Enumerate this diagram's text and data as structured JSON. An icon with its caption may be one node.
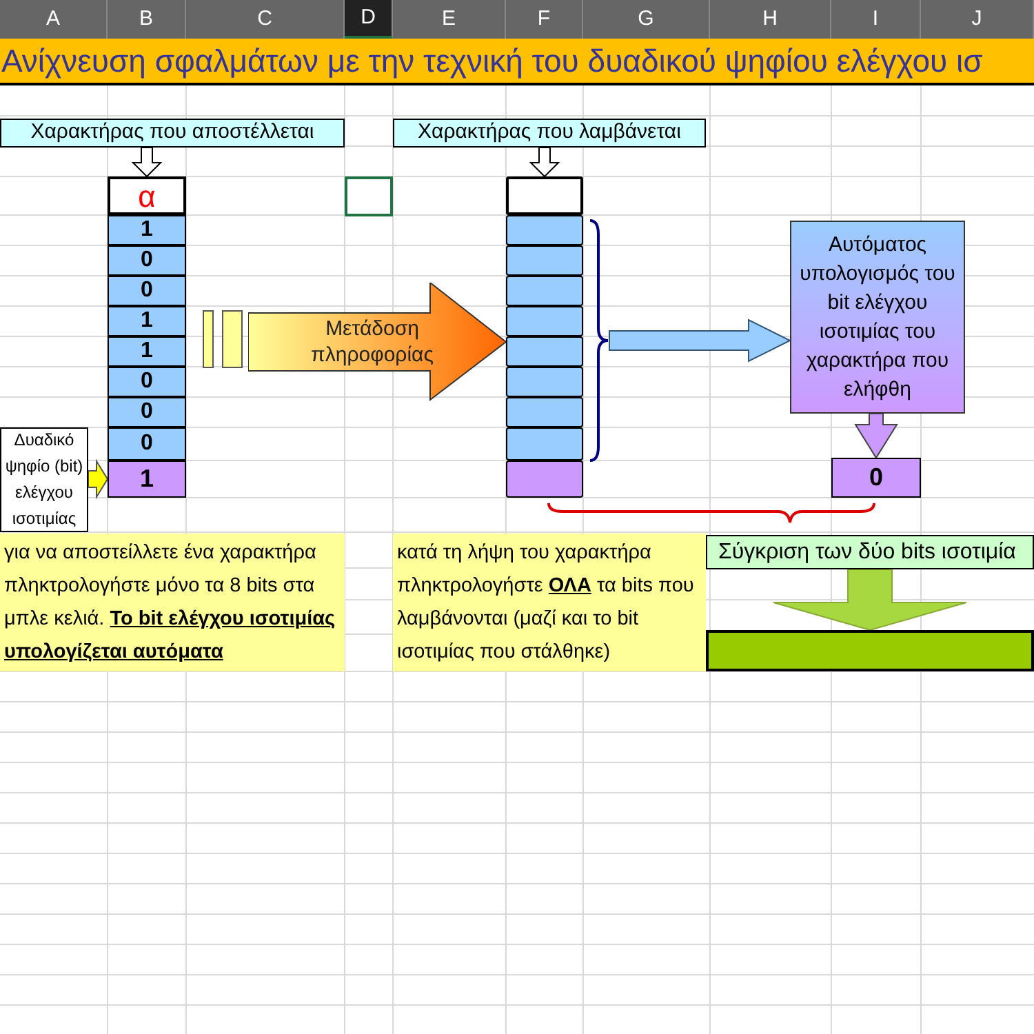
{
  "diagram": {
    "title": "Ανίχνευση σφαλμάτων με την τεχνική του δυαδικού ψηφίου ελέγχου ισ",
    "nodes": [
      {
        "text": [
          "Χαρακτήρας που αποστέλλεται"
        ]
      },
      {
        "text": [
          "Χαρακτήρας που λαμβάνεται"
        ]
      },
      {
        "text": [
          "α"
        ]
      },
      {
        "text": [
          "1"
        ]
      },
      {
        "text": [
          "0"
        ]
      },
      {
        "text": [
          "0"
        ]
      },
      {
        "text": [
          "1"
        ]
      },
      {
        "text": [
          "1"
        ]
      },
      {
        "text": [
          "0"
        ]
      },
      {
        "text": [
          "0"
        ]
      },
      {
        "text": [
          "0"
        ]
      },
      {
        "text": [
          "1"
        ]
      },
      {
        "text": [
          "Δυαδικό ψηφίο (bit) ελέγχου ισοτιμίας"
        ]
      },
      {
        "text": [
          "Μετάδοση πληροφορίας"
        ]
      },
      {
        "text": [],
        "shape": "box"
      },
      {
        "text": [],
        "shape": "box"
      },
      {
        "text": [],
        "shape": "box"
      },
      {
        "text": [],
        "shape": "box"
      },
      {
        "text": [],
        "shape": "box"
      },
      {
        "text": [],
        "shape": "box"
      },
      {
        "text": [],
        "shape": "box"
      },
      {
        "text": [],
        "shape": "box"
      },
      {
        "text": [],
        "shape": "box"
      },
      {
        "text": [],
        "shape": "box"
      },
      {
        "text": [
          "Αυτόματος υπολογισμός του bit ελέγχου ισοτιμίας του χαρακτήρα που ελήφθη"
        ]
      },
      {
        "text": [
          "0"
        ]
      },
      {
        "text": [
          "Σύγκριση των δύο bits ισοτιμία"
        ]
      },
      {
        "text": [],
        "shape": "bar"
      }
    ],
    "edges": [
      {
        "from": 0,
        "to": 2,
        "arrow": "to",
        "color": "#ffffff"
      },
      {
        "from": 1,
        "to": 14,
        "arrow": "to",
        "color": "#ffffff"
      },
      {
        "from": 12,
        "to": 11,
        "arrow": "to",
        "color": "#ffff00"
      },
      {
        "from": null,
        "to": 24,
        "arrow": "to",
        "color": "#99ccff"
      },
      {
        "from": 24,
        "to": 25,
        "arrow": "to",
        "color": "#cc99ff"
      },
      {
        "from": 26,
        "to": 27,
        "arrow": "to",
        "color": "#a8d840"
      }
    ],
    "labels": [
      "A",
      "B",
      "C",
      "D",
      "E",
      "F",
      "G",
      "H",
      "I",
      "J",
      "για να αποστείλλετε ένα χαρακτήρα πληκτρολογήστε μόνο τα 8 bits στα μπλε κελιά. **Το bit ελέγχου ισοτιμίας υπολογίζεται αυτόματα**",
      "κατά τη λήψη του χαρακτήρα πληκτρολογήστε **ΟΛΑ** τα bits που λαμβάνονται (μαζί και το bit ισοτιμίας που στάλθηκε)"
    ]
  }
}
